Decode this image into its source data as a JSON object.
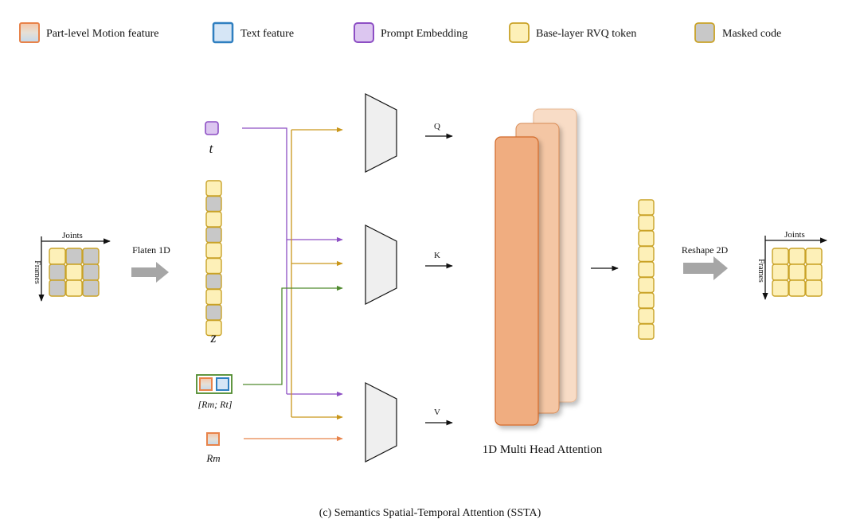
{
  "legend": {
    "motion_feature": "Part-level Motion feature",
    "text_feature": "Text feature",
    "prompt_embedding": "Prompt Embedding",
    "base_token": "Base-layer RVQ token",
    "masked_code": "Masked code"
  },
  "input_grid": {
    "axis_x": "Joints",
    "axis_y": "Frames",
    "cells": [
      "base",
      "masked",
      "masked",
      "masked",
      "base",
      "masked",
      "masked",
      "base",
      "masked"
    ]
  },
  "flatten_label": "Flaten 1D",
  "prompt_symbol": "t",
  "sequence_symbol": "z",
  "sequence_cells": [
    "base",
    "masked",
    "base",
    "masked",
    "base",
    "base",
    "masked",
    "base",
    "masked",
    "base"
  ],
  "concat_symbol": "[Rm; Rt]",
  "motion_symbol": "Rm",
  "projections": {
    "q": "Q",
    "k": "K",
    "v": "V"
  },
  "attention_label": "1D Multi Head Attention",
  "output_cells": 9,
  "reshape_label": "Reshape 2D",
  "output_grid": {
    "axis_x": "Joints",
    "axis_y": "Frames"
  },
  "caption": "(c) Semantics Spatial-Temporal Attention (SSTA)",
  "colors": {
    "base_fill": "#fdf0b8",
    "base_stroke": "#c9a227",
    "masked_fill": "#c8c8c8",
    "prompt_fill": "#dcc6f0",
    "prompt_stroke": "#8d4fc4",
    "text_fill": "#d6e6f6",
    "text_stroke": "#2f7fc0",
    "motion_stroke": "#e8834a",
    "line_purple": "#8d4fc4",
    "line_gold": "#c9961a",
    "line_green": "#4f8a2e",
    "line_orange": "#e8834a",
    "attn_front": "#f0ad80",
    "attn_mid": "#f4c6a4",
    "attn_back": "#f8dcc6",
    "attn_stroke": "#d26a2a",
    "arrow_gray": "#a6a6a6"
  }
}
